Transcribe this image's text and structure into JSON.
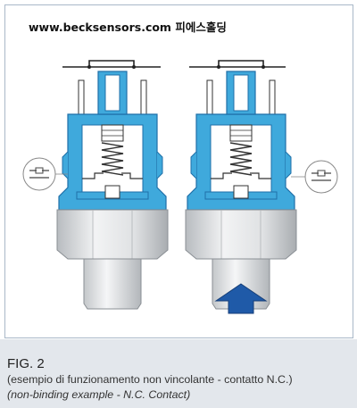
{
  "watermark": "www.becksensors.com 피에스홀딩",
  "figure": {
    "title": "FIG. 2",
    "caption_it": "(esempio di funzionamento non vincolante - contatto N.C.)",
    "caption_en": "(non-binding example - N.C. Contact)"
  },
  "colors": {
    "body_blue": "#3fa9dc",
    "dark_blue": "#1f6fa8",
    "arrow_blue": "#1f5aa8",
    "hex_gray": "#d8dadc",
    "caption_bg": "#e3e7ec"
  },
  "icons": {
    "pressure_arrow": "arrow-up-icon",
    "contact_detail": "contact-magnifier-icon"
  }
}
